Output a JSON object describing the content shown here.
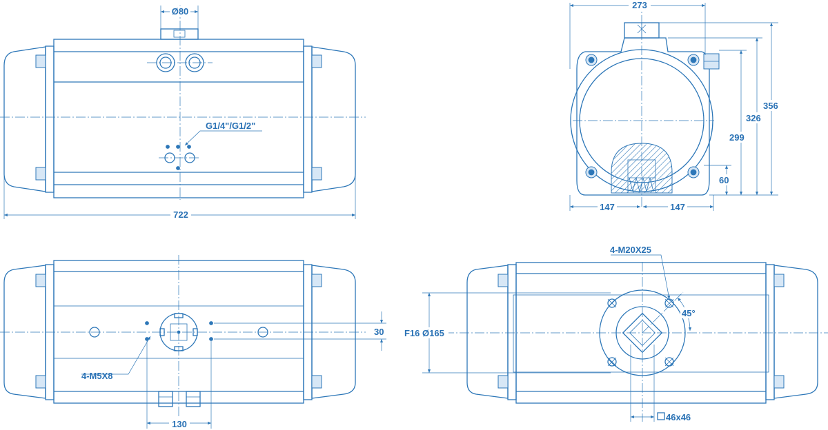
{
  "colors": {
    "line": "#2d77b8",
    "text": "#2a72b5",
    "background": "#ffffff"
  },
  "dimensions": {
    "port_diameter": "Ø80",
    "port_thread": "G1/4\"/G1/2\"",
    "overall_length": "722",
    "width": "273",
    "height_total": "356",
    "height_326": "326",
    "height_299": "299",
    "height_60": "60",
    "half_width_left": "147",
    "half_width_right": "147",
    "mount_thread": "4-M5X8",
    "mount_spacing": "130",
    "mount_offset": "30",
    "bottom_thread": "4-M20X25",
    "angle": "45°",
    "flange_spec": "F16 Ø165",
    "square_drive": "46x46"
  }
}
